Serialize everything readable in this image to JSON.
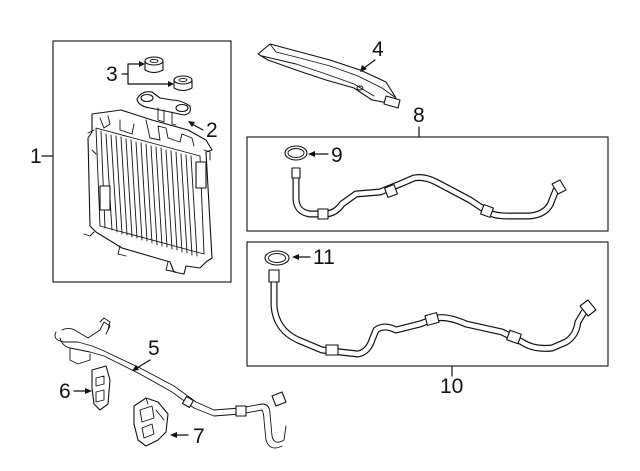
{
  "colors": {
    "line": "#111111",
    "background": "#ffffff"
  },
  "callouts": {
    "c1": "1",
    "c2": "2",
    "c3": "3",
    "c4": "4",
    "c5": "5",
    "c6": "6",
    "c7": "7",
    "c8": "8",
    "c9": "9",
    "c10": "10",
    "c11": "11"
  },
  "parts": {
    "radiator": "radiator-drawing",
    "mount_bracket": "bracket-drawing",
    "isolators": "rubber-isolator-drawing",
    "air_duct": "air-duct-drawing",
    "cooler_line_assembly": "hose-assembly-drawing",
    "inlet_hose": "hose-drawing",
    "outlet_hose": "hose-drawing",
    "seal_ring": "o-ring-drawing",
    "bracket_a": "bracket-drawing",
    "bracket_b": "bracket-drawing"
  }
}
